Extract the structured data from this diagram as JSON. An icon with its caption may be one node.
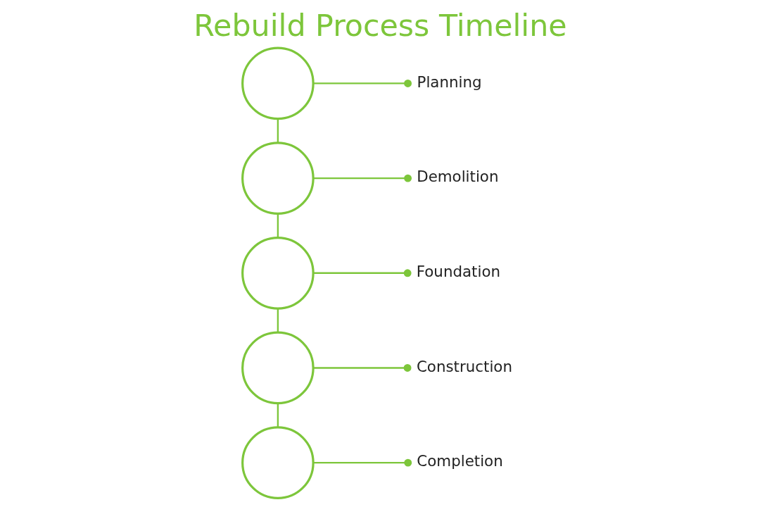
{
  "diagram": {
    "title": "Rebuild Process Timeline",
    "nodes": [
      {
        "text": [],
        "shape": "circle"
      },
      {
        "text": [
          "Planning"
        ]
      },
      {
        "text": [],
        "shape": "circle"
      },
      {
        "text": [
          "Demolition"
        ]
      },
      {
        "text": [],
        "shape": "circle"
      },
      {
        "text": [
          "Foundation"
        ]
      },
      {
        "text": [],
        "shape": "circle"
      },
      {
        "text": [
          "Construction"
        ]
      },
      {
        "text": [],
        "shape": "circle"
      },
      {
        "text": [
          "Completion"
        ]
      }
    ],
    "edges": [
      {
        "from": 0,
        "to": 1,
        "arrow": "other"
      },
      {
        "from": 0,
        "to": 2,
        "arrow": "none"
      },
      {
        "from": 2,
        "to": 3,
        "arrow": "other"
      },
      {
        "from": 2,
        "to": 4,
        "arrow": "none"
      },
      {
        "from": 4,
        "to": 5,
        "arrow": "other"
      },
      {
        "from": 4,
        "to": 6,
        "arrow": "none"
      },
      {
        "from": 6,
        "to": 7,
        "arrow": "other"
      },
      {
        "from": 6,
        "to": 8,
        "arrow": "none"
      },
      {
        "from": 8,
        "to": 9,
        "arrow": "other"
      }
    ]
  }
}
